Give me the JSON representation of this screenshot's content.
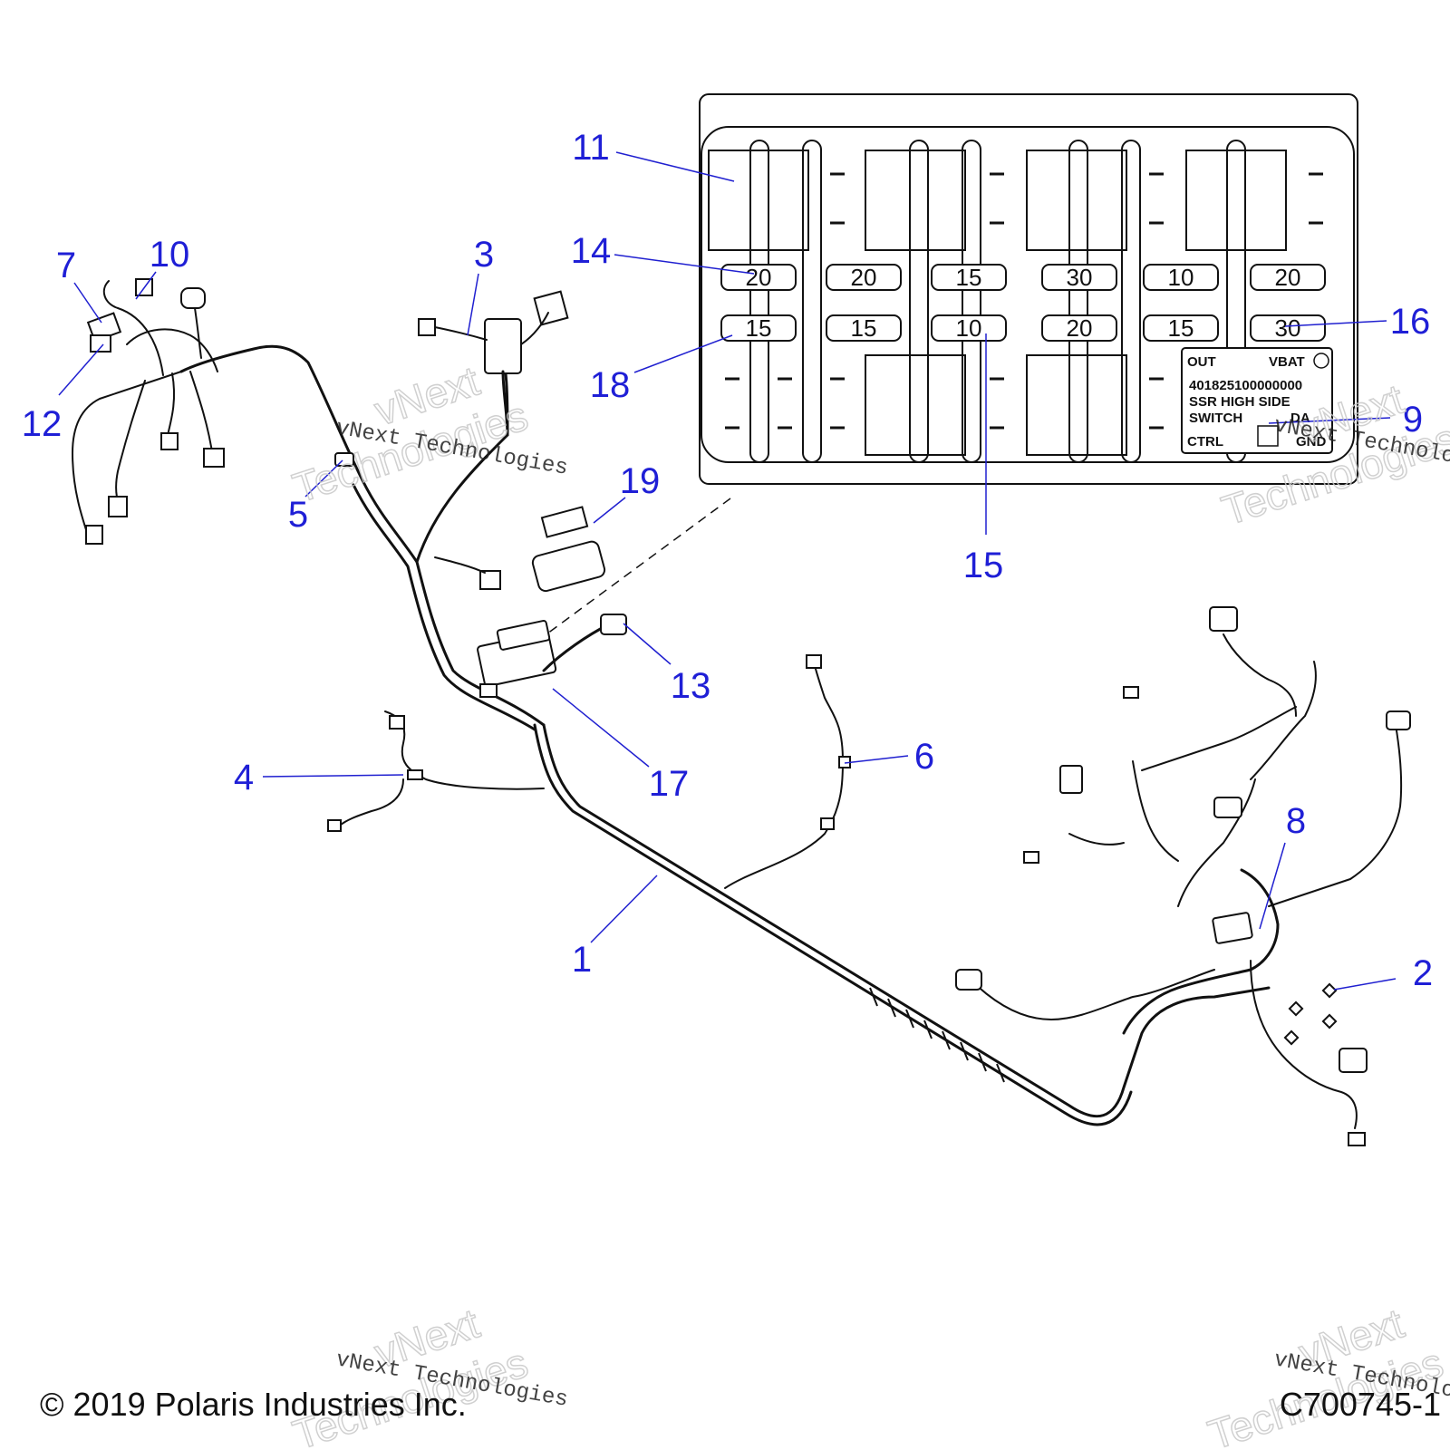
{
  "callouts": [
    {
      "id": "1",
      "label": "1"
    },
    {
      "id": "2",
      "label": "2"
    },
    {
      "id": "3",
      "label": "3"
    },
    {
      "id": "4",
      "label": "4"
    },
    {
      "id": "5",
      "label": "5"
    },
    {
      "id": "6",
      "label": "6"
    },
    {
      "id": "7",
      "label": "7"
    },
    {
      "id": "8",
      "label": "8"
    },
    {
      "id": "9",
      "label": "9"
    },
    {
      "id": "10",
      "label": "10"
    },
    {
      "id": "11",
      "label": "11"
    },
    {
      "id": "12",
      "label": "12"
    },
    {
      "id": "13",
      "label": "13"
    },
    {
      "id": "14",
      "label": "14"
    },
    {
      "id": "15",
      "label": "15"
    },
    {
      "id": "16",
      "label": "16"
    },
    {
      "id": "17",
      "label": "17"
    },
    {
      "id": "18",
      "label": "18"
    },
    {
      "id": "19",
      "label": "19"
    }
  ],
  "fuse_box": {
    "upper_row": [
      "20",
      "20",
      "15",
      "30",
      "10",
      "20"
    ],
    "lower_row": [
      "15",
      "15",
      "10",
      "20",
      "15",
      "30"
    ],
    "relay_label": {
      "out": "OUT",
      "vbat": "VBAT",
      "part_number": "401825100000000",
      "line1": "SSR  HIGH  SIDE",
      "line2": "SWITCH",
      "line2_right": "DA",
      "ctrl": "CTRL",
      "gnd": "GND"
    }
  },
  "footer": {
    "copyright": "© 2019 Polaris Industries Inc.",
    "drawing_number": "C700745-1"
  },
  "watermark": {
    "company": "vNext Technologies",
    "word1": "vNext",
    "word2": "Technologies"
  },
  "colors": {
    "callout": "#1f1fd6",
    "line": "#111111"
  }
}
